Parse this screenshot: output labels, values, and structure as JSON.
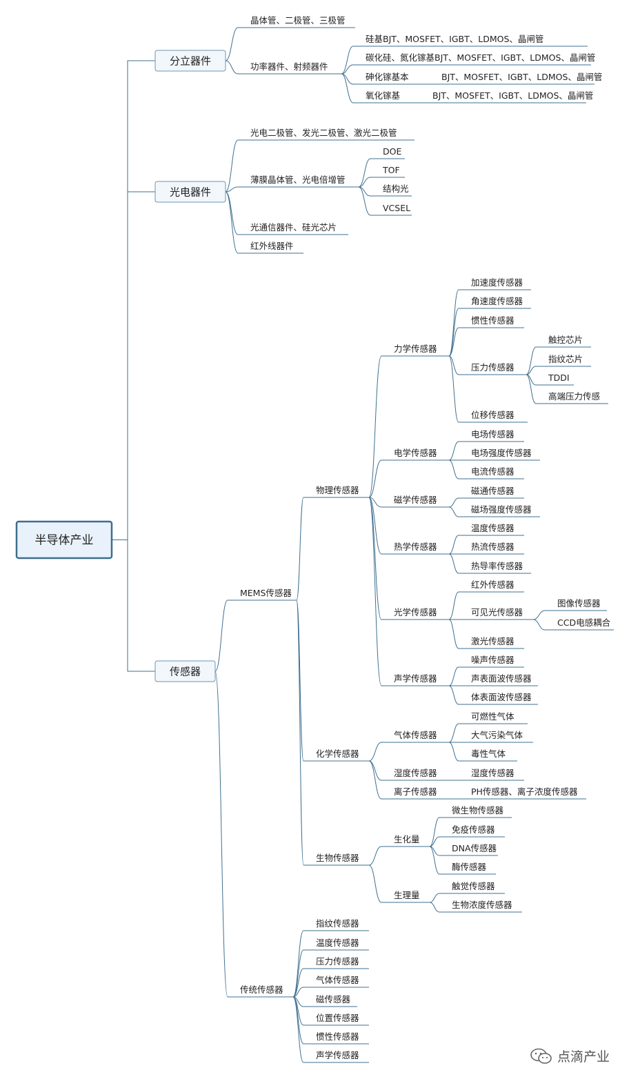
{
  "root": "半导体产业",
  "children": [
    {
      "label": "分立器件",
      "children": [
        {
          "label": "晶体管、二极管、三极管"
        },
        {
          "label": "功率器件、射频器件",
          "children": [
            {
              "label": "硅基BJT、MOSFET、IGBT、LDMOS、晶闸管"
            },
            {
              "label": "碳化硅、氮化镓基BJT、MOSFET、IGBT、LDMOS、晶闸管"
            },
            {
              "label": "砷化镓基本",
              "note": "BJT、MOSFET、IGBT、LDMOS、晶闸管"
            },
            {
              "label": "氧化镓基",
              "note": "BJT、MOSFET、IGBT、LDMOS、晶闸管"
            }
          ]
        }
      ]
    },
    {
      "label": "光电器件",
      "children": [
        {
          "label": "光电二极管、发光二极管、激光二极管"
        },
        {
          "label": "薄膜晶体管、光电倍增管",
          "children": [
            {
              "label": "DOE"
            },
            {
              "label": "TOF"
            },
            {
              "label": "结构光"
            },
            {
              "label": "VCSEL"
            }
          ]
        },
        {
          "label": "光通信器件、硅光芯片"
        },
        {
          "label": "红外线器件"
        }
      ]
    },
    {
      "label": "传感器",
      "children": [
        {
          "label": "MEMS传感器",
          "children": [
            {
              "label": "物理传感器",
              "children": [
                {
                  "label": "力学传感器",
                  "children": [
                    {
                      "label": "加速度传感器"
                    },
                    {
                      "label": "角速度传感器"
                    },
                    {
                      "label": "惯性传感器"
                    },
                    {
                      "label": "压力传感器",
                      "children": [
                        {
                          "label": "触控芯片"
                        },
                        {
                          "label": "指纹芯片"
                        },
                        {
                          "label": "TDDI"
                        },
                        {
                          "label": "高端压力传感"
                        }
                      ]
                    },
                    {
                      "label": "位移传感器"
                    }
                  ]
                },
                {
                  "label": "电学传感器",
                  "children": [
                    {
                      "label": "电场传感器"
                    },
                    {
                      "label": "电场强度传感器"
                    },
                    {
                      "label": "电流传感器"
                    }
                  ]
                },
                {
                  "label": "磁学传感器",
                  "children": [
                    {
                      "label": "磁通传感器"
                    },
                    {
                      "label": "磁场强度传感器"
                    }
                  ]
                },
                {
                  "label": "热学传感器",
                  "children": [
                    {
                      "label": "温度传感器"
                    },
                    {
                      "label": "热流传感器"
                    },
                    {
                      "label": "热导率传感器"
                    }
                  ]
                },
                {
                  "label": "光学传感器",
                  "children": [
                    {
                      "label": "红外传感器"
                    },
                    {
                      "label": "可见光传感器",
                      "children": [
                        {
                          "label": "图像传感器"
                        },
                        {
                          "label": "CCD电感耦合"
                        }
                      ]
                    },
                    {
                      "label": "激光传感器"
                    }
                  ]
                },
                {
                  "label": "声学传感器",
                  "children": [
                    {
                      "label": "噪声传感器"
                    },
                    {
                      "label": "声表面波传感器"
                    },
                    {
                      "label": "体表面波传感器"
                    }
                  ]
                }
              ]
            },
            {
              "label": "化学传感器",
              "children": [
                {
                  "label": "气体传感器",
                  "children": [
                    {
                      "label": "可燃性气体"
                    },
                    {
                      "label": "大气污染气体"
                    },
                    {
                      "label": "毒性气体"
                    }
                  ]
                },
                {
                  "label": "湿度传感器",
                  "children": [
                    {
                      "label": "湿度传感器"
                    }
                  ]
                },
                {
                  "label": "离子传感器",
                  "children": [
                    {
                      "label": "PH传感器、离子浓度传感器"
                    }
                  ]
                }
              ]
            },
            {
              "label": "生物传感器",
              "children": [
                {
                  "label": "生化量",
                  "children": [
                    {
                      "label": "微生物传感器"
                    },
                    {
                      "label": "免疫传感器"
                    },
                    {
                      "label": "DNA传感器"
                    },
                    {
                      "label": "酶传感器"
                    }
                  ]
                },
                {
                  "label": "生理量",
                  "children": [
                    {
                      "label": "触觉传感器"
                    },
                    {
                      "label": "生物浓度传感器"
                    }
                  ]
                }
              ]
            }
          ]
        },
        {
          "label": "传统传感器",
          "children": [
            {
              "label": "指纹传感器"
            },
            {
              "label": "温度传感器"
            },
            {
              "label": "压力传感器"
            },
            {
              "label": "气体传感器"
            },
            {
              "label": "磁传感器"
            },
            {
              "label": "位置传感器"
            },
            {
              "label": "惯性传感器"
            },
            {
              "label": "声学传感器"
            }
          ]
        }
      ]
    }
  ],
  "watermark": {
    "text": "点滴产业",
    "icon": "wechat-icon"
  },
  "colors": {
    "line": "#3f6f8f",
    "root_fill": "#e9f1fa",
    "root_border": "#3c6e8c",
    "box_fill": "#f2f7fc",
    "box_border": "#6d93ae",
    "text": "#222222"
  }
}
